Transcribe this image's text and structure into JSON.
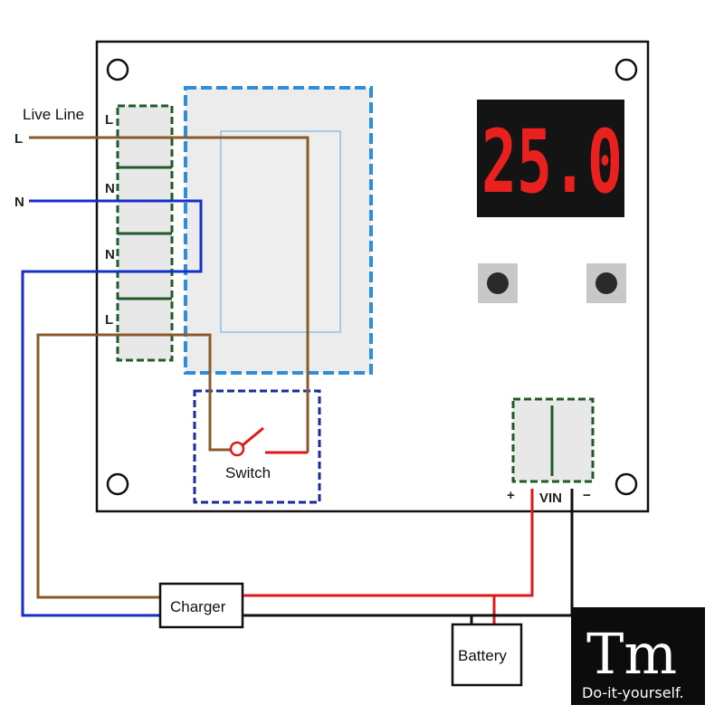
{
  "labels": {
    "live_line": "Live Line",
    "wire_l": "L",
    "wire_n": "N",
    "terminals": [
      "L",
      "N",
      "N",
      "L"
    ],
    "switch": "Switch",
    "charger": "Charger",
    "battery": "Battery",
    "vin": "VIN",
    "plus": "+",
    "minus": "−"
  },
  "display": {
    "value": "25.0"
  },
  "logo": {
    "mark": "Tm",
    "tagline": "Do-it-yourself."
  },
  "colors": {
    "live": "#8b5a2b",
    "neutral": "#1530c8",
    "positive": "#e01818",
    "negative": "#111111",
    "terminal_border": "#1f5a2a",
    "relay_border": "#2d8fdc",
    "switch_border": "#1a2aa0",
    "display_digit": "#e8201e"
  }
}
